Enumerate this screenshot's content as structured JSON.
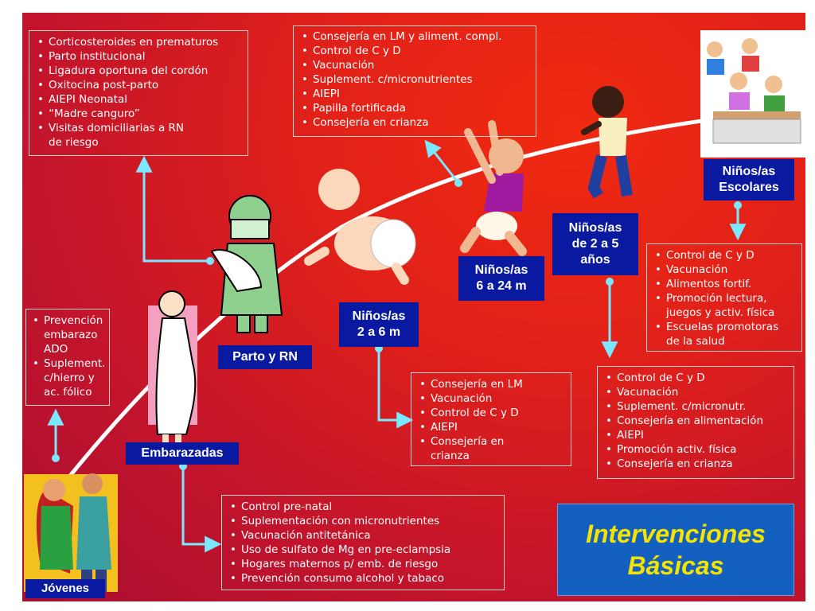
{
  "title": {
    "line1": "Intervenciones",
    "line2": "Básicas"
  },
  "colors": {
    "background": "#d81e1e",
    "label_bg": "#0a1aa0",
    "title_bg": "#1460c0",
    "title_text": "#f5e400",
    "connector": "#7ce8ff"
  },
  "stages": [
    {
      "label": "Jóvenes"
    },
    {
      "label": "Embarazadas"
    },
    {
      "label": "Parto y RN"
    },
    {
      "label": "Niños/as\n2 a 6 m"
    },
    {
      "label": "Niños/as\n6 a 24 m"
    },
    {
      "label": "Niños/as\nde 2 a 5\naños"
    },
    {
      "label": "Niños/as\nEscolares"
    }
  ],
  "boxes": {
    "jovenes": [
      "Prevención\nembarazo\nADO",
      "Suplement.\nc/hierro  y\nac. fólico"
    ],
    "parto": [
      "Corticosteroides en prematuros",
      "Parto institucional",
      "Ligadura oportuna del cordón",
      "Oxitocina post-parto",
      "AIEPI Neonatal",
      "“Madre canguro”",
      "Visitas domiciliarias a RN\nde riesgo"
    ],
    "ninos_6_24": [
      "Consejería en LM y aliment. compl.",
      "Control de C y D",
      "Vacunación",
      "Suplement. c/micronutrientes",
      "AIEPI",
      "Papilla fortificada",
      "Consejería en crianza"
    ],
    "escolares": [
      "Control de C y D",
      "Vacunación",
      "Alimentos fortif.",
      "Promoción lectura,\njuegos y activ. física",
      "Escuelas promotoras\nde la salud"
    ],
    "ninos_2_6": [
      "Consejería en LM",
      "Vacunación",
      "Control de C y D",
      "AIEPI",
      "Consejería en\ncrianza"
    ],
    "ninos_2_5": [
      "Control de C y D",
      "Vacunación",
      "Suplement. c/micronutr.",
      "Consejería en alimentación",
      "AIEPI",
      "Promoción activ. física",
      "Consejería en crianza"
    ],
    "embarazadas": [
      "Control pre-natal",
      "Suplementación con micronutrientes",
      "Vacunación antitetánica",
      "Uso de sulfato de Mg en pre-eclampsia",
      "Hogares maternos p/ emb. de riesgo",
      "Prevención consumo alcohol y tabaco"
    ]
  }
}
